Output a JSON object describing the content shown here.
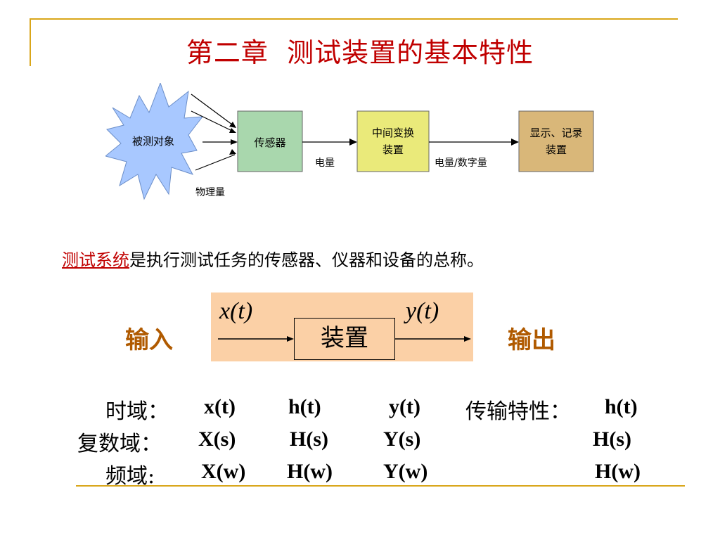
{
  "slide": {
    "title": "第二章  测试装置的基本特性"
  },
  "diagram": {
    "source": "被测对象",
    "sensor": "传感器",
    "converter_line1": "中间变换",
    "converter_line2": "装置",
    "display_line1": "显示、记录",
    "display_line2": "装置",
    "label_physical": "物理量",
    "label_electrical": "电量",
    "label_digital": "电量/数字量",
    "colors": {
      "burst": "#a8c8ff",
      "sensor": "#a9d7ad",
      "converter": "#eaea7a",
      "display": "#d9b779"
    }
  },
  "definition": {
    "term": "测试系统",
    "text": "是执行测试任务的传感器、仪器和设备的总称。"
  },
  "system": {
    "input_label": "输入",
    "output_label": "输出",
    "x": "x(t)",
    "y": "y(t)",
    "device": "装置"
  },
  "table": {
    "rows": [
      {
        "domain": "时域：",
        "input": "x(t)",
        "impulse": "h(t)",
        "output": "y(t)",
        "prop_label": "传输特性：",
        "prop_value": "h(t)"
      },
      {
        "domain": "复数域：",
        "input": "X(s)",
        "impulse": "H(s)",
        "output": "Y(s)",
        "prop_label": "",
        "prop_value": "H(s)"
      },
      {
        "domain": "频域:",
        "input": "X(w)",
        "impulse": "H(w)",
        "output": "Y(w)",
        "prop_label": "",
        "prop_value": "H(w)"
      }
    ]
  }
}
